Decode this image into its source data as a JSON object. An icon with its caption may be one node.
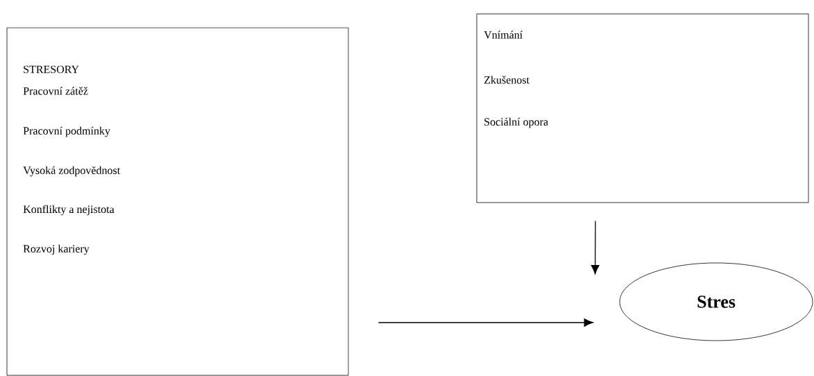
{
  "diagram": {
    "nodes": [
      {
        "text": [
          "STRESORY",
          "Pracovní zátěž",
          "Pracovní podmínky",
          "Vysoká zodpovědnost",
          "Konflikty a nejistota",
          "Rozvoj kariery"
        ]
      },
      {
        "text": [
          "Vnímání",
          "Zkušenost",
          "Sociální opora"
        ]
      },
      {
        "text": [
          "Stres"
        ]
      }
    ],
    "edges": [
      {
        "from": 0,
        "to": 2,
        "arrow": "to"
      },
      {
        "from": 1,
        "to": 2,
        "arrow": "to"
      }
    ]
  }
}
